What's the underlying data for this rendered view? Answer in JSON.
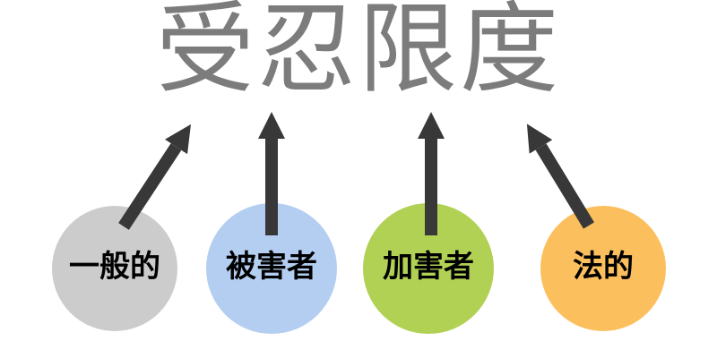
{
  "title": "受忍限度",
  "colors": {
    "background": "#ffffff",
    "title_text": "#7c7c7c",
    "arrow": "#383838",
    "label_text": "#000000"
  },
  "circles": [
    {
      "label": "一般的",
      "color": "#cccccc"
    },
    {
      "label": "被害者",
      "color": "#b4cef2"
    },
    {
      "label": "加害者",
      "color": "#b0d154"
    },
    {
      "label": "法的",
      "color": "#fcbf5e"
    }
  ]
}
